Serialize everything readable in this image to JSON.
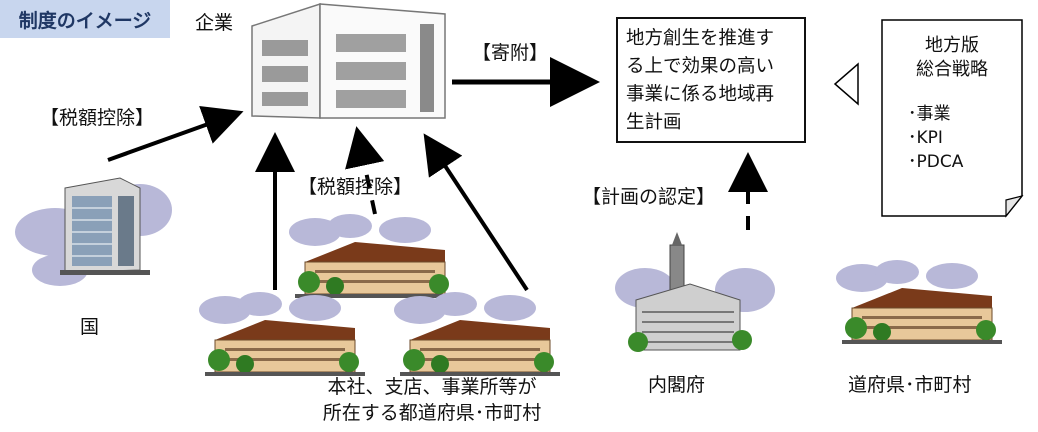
{
  "header": {
    "tag": "制度のイメージ"
  },
  "labels": {
    "company": "企業",
    "donation": "【寄附】",
    "tax_deduction_left": "【税額控除】",
    "tax_deduction_center": "【税額控除】",
    "plan_certification": "【計画の認定】",
    "country": "国",
    "cabinet_office": "内閣府",
    "prefecture_municipality": "道府県･市町村",
    "hq_branches_line1": "本社、支店、事業所等が",
    "hq_branches_line2": "所在する都道府県･市町村"
  },
  "project_box": {
    "lines": [
      "地方創生を推進す",
      "る上で効果の高い",
      "事業に係る地域再",
      "生計画"
    ]
  },
  "strategy_note": {
    "title_line1": "地方版",
    "title_line2": "総合戦略",
    "items": [
      "･事業",
      "･KPI",
      "･PDCA"
    ]
  },
  "colors": {
    "tag_bg": "#c8d6ee",
    "tag_text": "#1f3764",
    "cloud": "#b8b8d8",
    "roof": "#7a3a1a",
    "wall": "#e8c89a",
    "tree": "#3a8a2a"
  }
}
